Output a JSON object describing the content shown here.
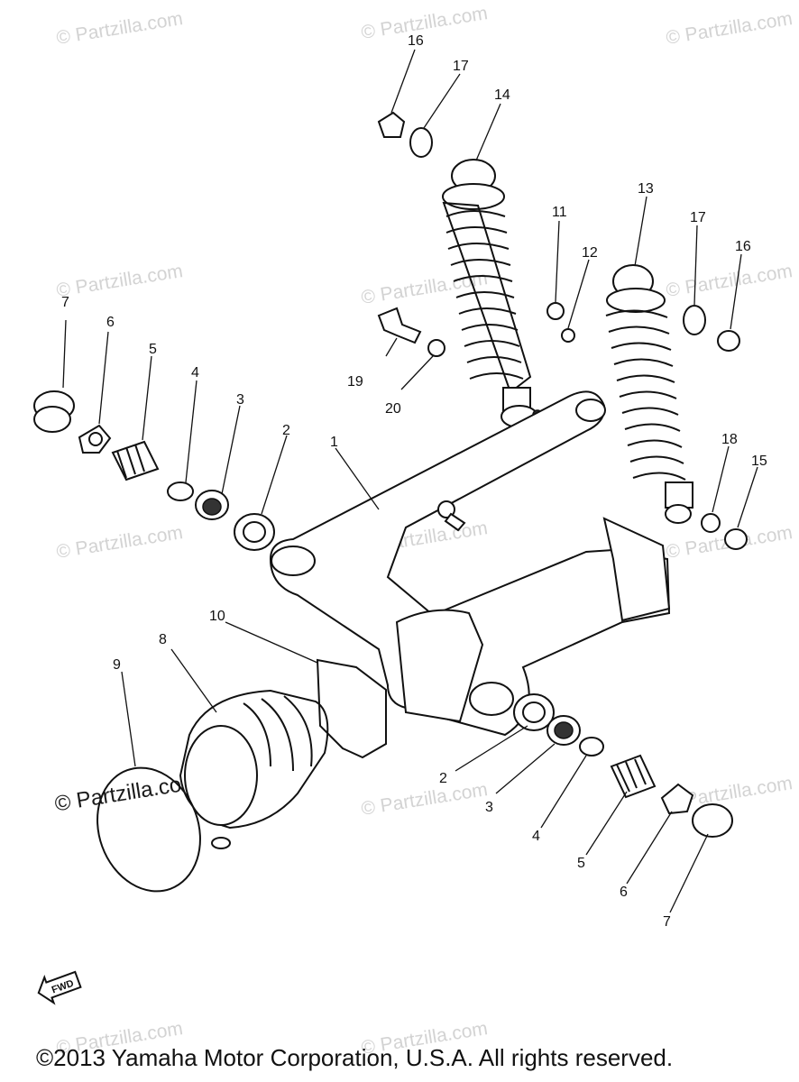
{
  "watermark": "© Partzilla.com",
  "copyright": "©2013 Yamaha Motor Corporation, U.S.A. All rights reserved.",
  "fwd_label": "FWD",
  "callouts": {
    "c1": "1",
    "c2a": "2",
    "c2b": "2",
    "c3a": "3",
    "c3b": "3",
    "c4a": "4",
    "c4b": "4",
    "c5a": "5",
    "c5b": "5",
    "c6a": "6",
    "c6b": "6",
    "c7a": "7",
    "c7b": "7",
    "c8": "8",
    "c9": "9",
    "c10": "10",
    "c11": "11",
    "c12": "12",
    "c13": "13",
    "c14": "14",
    "c15": "15",
    "c16a": "16",
    "c16b": "16",
    "c17a": "17",
    "c17b": "17",
    "c18": "18",
    "c19": "19",
    "c20": "20"
  }
}
